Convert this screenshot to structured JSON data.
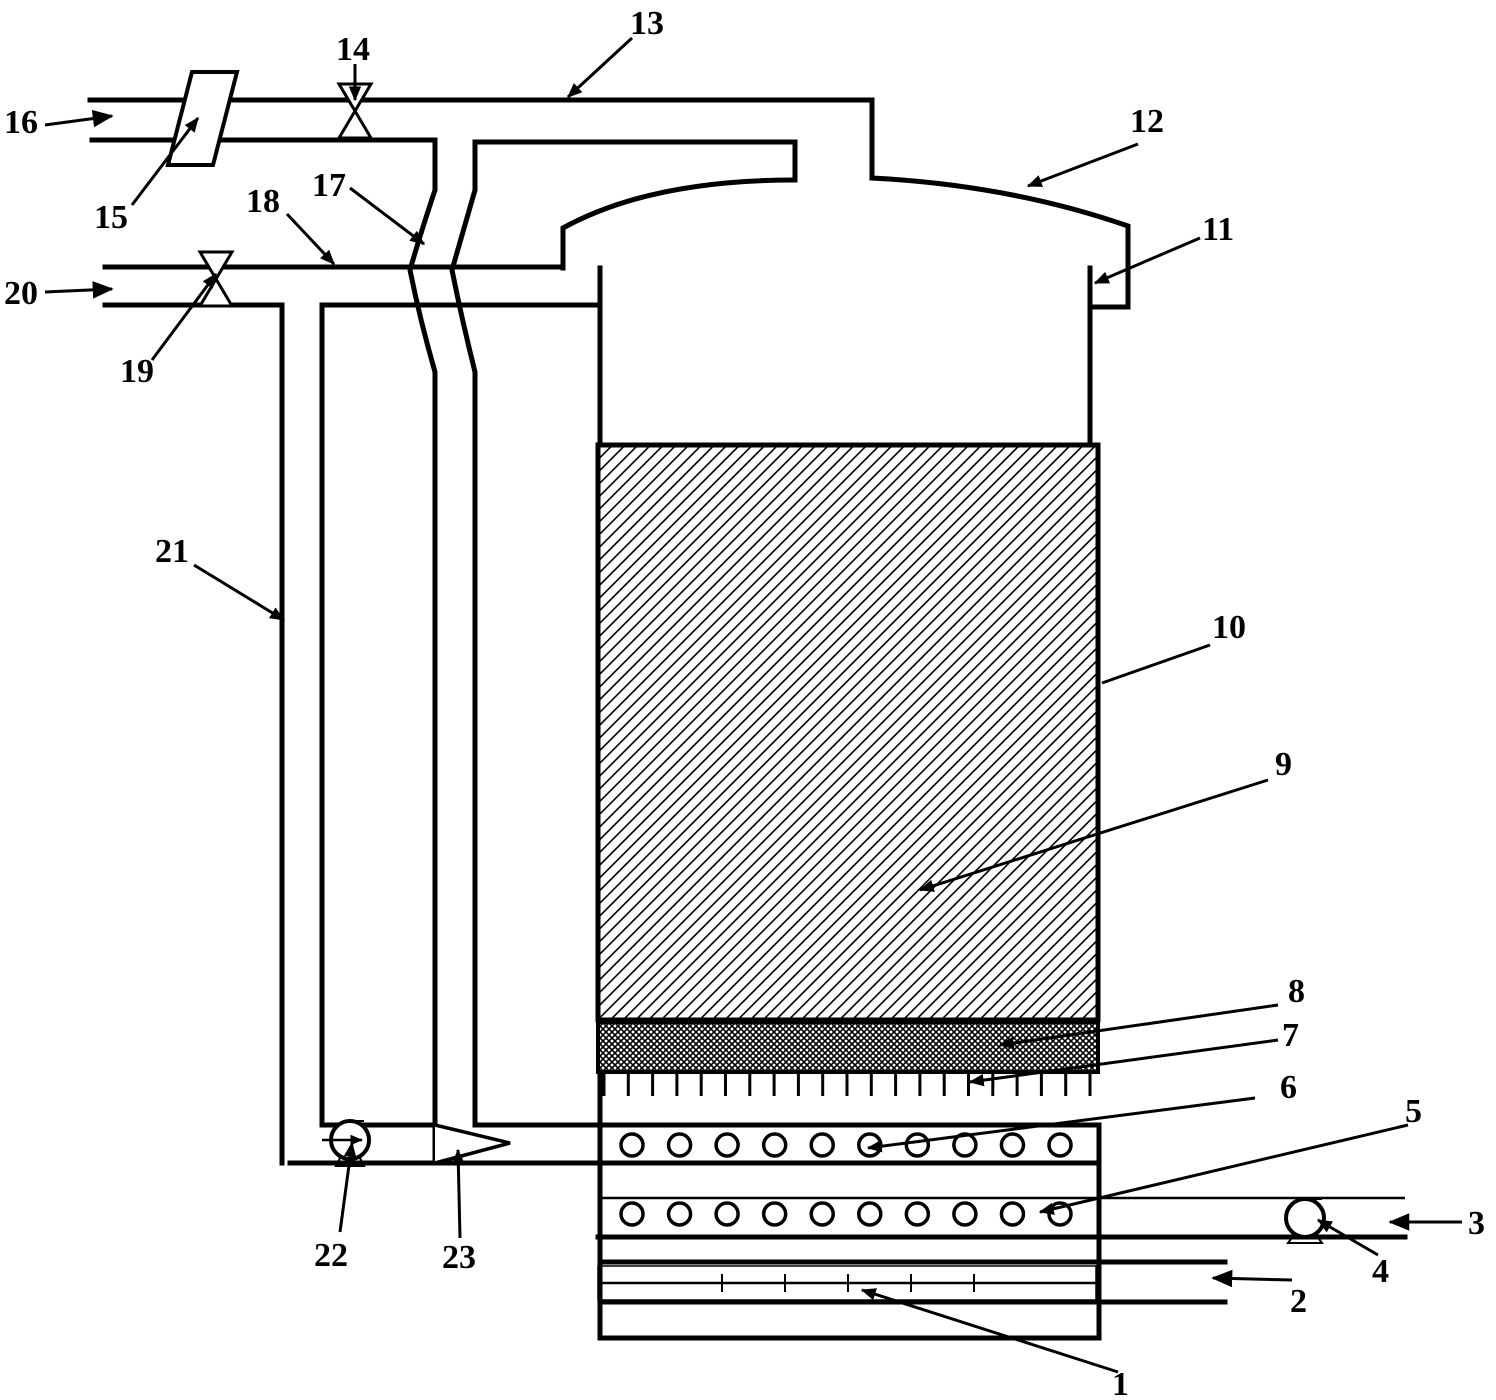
{
  "labels": [
    {
      "id": "1",
      "text": "1"
    },
    {
      "id": "2",
      "text": "2"
    },
    {
      "id": "3",
      "text": "3"
    },
    {
      "id": "4",
      "text": "4"
    },
    {
      "id": "5",
      "text": "5"
    },
    {
      "id": "6",
      "text": "6"
    },
    {
      "id": "7",
      "text": "7"
    },
    {
      "id": "8",
      "text": "8"
    },
    {
      "id": "9",
      "text": "9"
    },
    {
      "id": "10",
      "text": "10"
    },
    {
      "id": "11",
      "text": "11"
    },
    {
      "id": "12",
      "text": "12"
    },
    {
      "id": "13",
      "text": "13"
    },
    {
      "id": "14",
      "text": "14"
    },
    {
      "id": "15",
      "text": "15"
    },
    {
      "id": "16",
      "text": "16"
    },
    {
      "id": "17",
      "text": "17"
    },
    {
      "id": "18",
      "text": "18"
    },
    {
      "id": "19",
      "text": "19"
    },
    {
      "id": "20",
      "text": "20"
    },
    {
      "id": "21",
      "text": "21"
    },
    {
      "id": "22",
      "text": "22"
    },
    {
      "id": "23",
      "text": "23"
    }
  ],
  "counts": {
    "upper_tube_ring": 10,
    "lower_tube_ring": 10,
    "distributor_nozzles": 21,
    "heater_ticks": 5
  }
}
